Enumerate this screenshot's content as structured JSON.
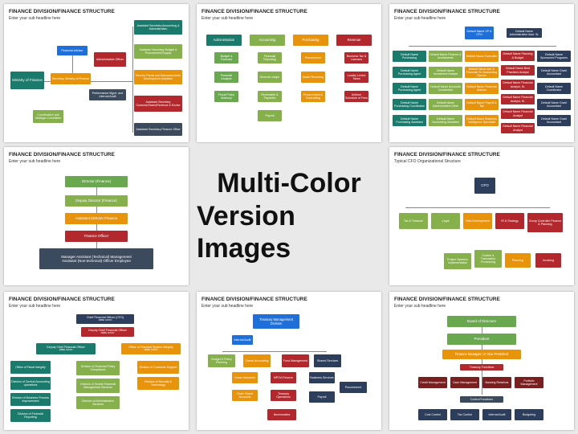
{
  "center_title": {
    "line1": "Multi-Color",
    "line2": "Version Images"
  },
  "slides": [
    {
      "title": "FINANCE DIVISION/FINANCE STRUCTURE",
      "subtitle": "Enter your sub headline here",
      "boxes": [
        "Ministry of Finance",
        "Financial Advisor",
        "Secretary Ministry of Finance",
        "Administrative Officer",
        "Performance Mgmt. and Internal Audit",
        "Coordination and Strategic Committee",
        "Assistant Secretary Accounting & Administration",
        "Assistant Secretary Budget & Procurement/Supply",
        "Director Fiscal and Macroeconomic Development Assistant",
        "Assistant Secretary Customs/Taxes/Revenue & Excise",
        "Assistant Secretary Finance Office"
      ]
    },
    {
      "title": "FINANCE DIVISION/FINANCE STRUCTURE",
      "subtitle": "Enter your sub headline here",
      "columns": [
        {
          "head": "Administration",
          "items": [
            "Budget & Forecast",
            "Financial Analysis",
            "Fiscal Policy Advisory"
          ]
        },
        {
          "head": "Accounting",
          "items": [
            "Financial Reporting",
            "General Ledger",
            "Receivable & Payables",
            "Payroll"
          ]
        },
        {
          "head": "Purchasing",
          "items": [
            "Procurement",
            "Match Receiving",
            "Procurement & Contracting"
          ]
        },
        {
          "head": "Revenue",
          "items": [
            "Business Tax & Licenses",
            "Locally Levied Taxes",
            "Uniform Schedule of Fees"
          ]
        }
      ]
    },
    {
      "title": "FINANCE DIVISION/FINANCE STRUCTURE",
      "subtitle": "Enter your sub headline here",
      "top": "Default Name VP & CFO",
      "side": "Default Name Administrative Asst. Sr.",
      "columns": [
        [
          "Default Name Purchasing",
          "Default Name Purchasing Agent",
          "Default Name Purchasing Agent",
          "Default Name Purchasing Coordinator",
          "Default Name Purchasing Assistant"
        ],
        [
          "Default Name Finance & Investments",
          "Default Name Investment Analyst",
          "Default Name Accounts Coordinator",
          "Default Name Administrative Clerk",
          "Default Name Accounting Assistant"
        ],
        [
          "Default Name Controller",
          "Default Name Ast. & Financial Sr. Accounting Opener",
          "Default Name Financial Advisor",
          "Default Name Payroll & Tax",
          "Default Name Business Intelligence Specialist"
        ],
        [
          "Default Name Planning & Budget",
          "Default Name Best Practices Analyst",
          "Default Name Financial Analyst, Sr.",
          "Default Name Financial Analyst, Sr.",
          "Default Name Financial Analyst",
          "Default Name Financial Analyst"
        ],
        [
          "Default Name Sponsored Programs",
          "Default Name Grant Accountant",
          "Default Name Coordinator",
          "Default Name Grant Accountant",
          "Default Name Grant Accountant"
        ]
      ]
    },
    {
      "title": "FINANCE DIVISION/FINANCE STRUCTURE",
      "subtitle": "Enter your sub headline here",
      "steps": [
        "Director (Finance)",
        "Deputy Director (Finance)",
        "Assistant Director Finance",
        "Finance Officer",
        "Manager Assistant (Technical) Management\nAssistant (Non-technical) Officer Employee"
      ]
    },
    {
      "title": "FINANCE DIVISION/FINANCE STRUCTURE",
      "subtitle": "Typical CFO Organizational Structure",
      "top": "CFO",
      "row1": [
        "Tax & Treasure",
        "Legal",
        "Risk Development",
        "IR & Strategy",
        "Group Controller Finance & Planning"
      ],
      "row2": [
        "Project Systems Implementation",
        "Control & Transaction Processing",
        "Planning",
        "Invoicing"
      ]
    },
    {
      "title": "FINANCE DIVISION/FINANCE STRUCTURE",
      "subtitle": "Enter your sub headline here",
      "top": "Chief Financial Officer (CFO)",
      "top_name": "ABBE GOOD",
      "second": "Deputy Chief Financial Officer",
      "second_name": "ABBE GOOD",
      "left": "Deputy Chief Financial Officer",
      "left_name": "ABBE GOOD",
      "right": "Office of Financial System Integrity",
      "right_name": "ABBE GOOD",
      "col1": [
        "Office of Fiscal Integrity",
        "Division of Central Accounting operations",
        "Division of Business Process Improvement",
        "Division of Financial Reporting"
      ],
      "col2": [
        "Division of Financial Policy Compliance",
        "Division of Grants Financial Management Services",
        "Division of Administrative Services"
      ],
      "col3": [
        "Division of Customer Support",
        "Division of Security & Technology"
      ]
    },
    {
      "title": "FINANCE DIVISION/FINANCE STRUCTURE",
      "subtitle": "Enter your sub headline here",
      "top": "Treasury Management Division",
      "audit": "Internal Audit",
      "row1": [
        "Budget & Policy Planning",
        "Crown Accounting",
        "Fund Management",
        "Shared Services"
      ],
      "items": [
        "Crown Accounts",
        "Outer Grand Accounts",
        "MPOA Finance",
        "Treasury Operations",
        "Business Services",
        "Payroll",
        "Procurement",
        "Numismatics"
      ]
    },
    {
      "title": "FINANCE DIVISION/FINANCE STRUCTURE",
      "subtitle": "Enter your sub headline here",
      "chain": [
        "Board of Directors",
        "President",
        "Finance Manager, or Vice President"
      ],
      "treasury": "Treasury Functions",
      "row1": [
        "Credit Management",
        "Cash Management",
        "Banking Relations",
        "Portfolio Management"
      ],
      "control": "Control Functions",
      "row2": [
        "Cost Control",
        "Tax Control",
        "Internal Audit",
        "Budgeting"
      ]
    }
  ]
}
